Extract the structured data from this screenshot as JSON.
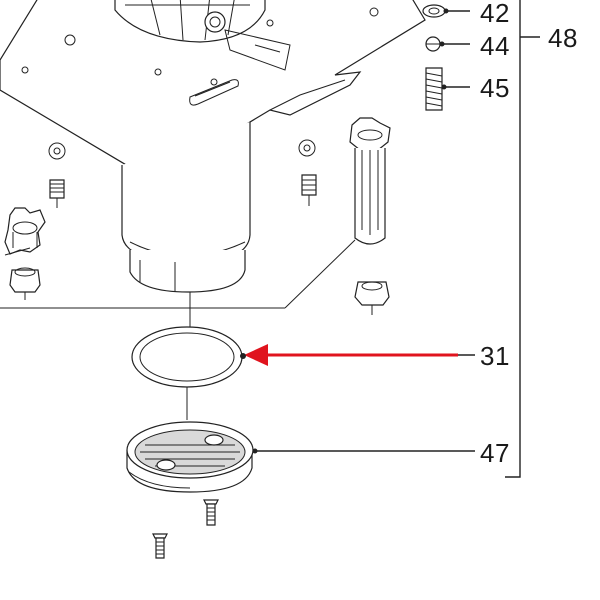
{
  "diagram": {
    "labels": {
      "part_42": "42",
      "part_44": "44",
      "part_45": "45",
      "part_48": "48",
      "part_31": "31",
      "part_47": "47"
    },
    "highlight_color": "#e0141e",
    "line_color": "#222222"
  }
}
